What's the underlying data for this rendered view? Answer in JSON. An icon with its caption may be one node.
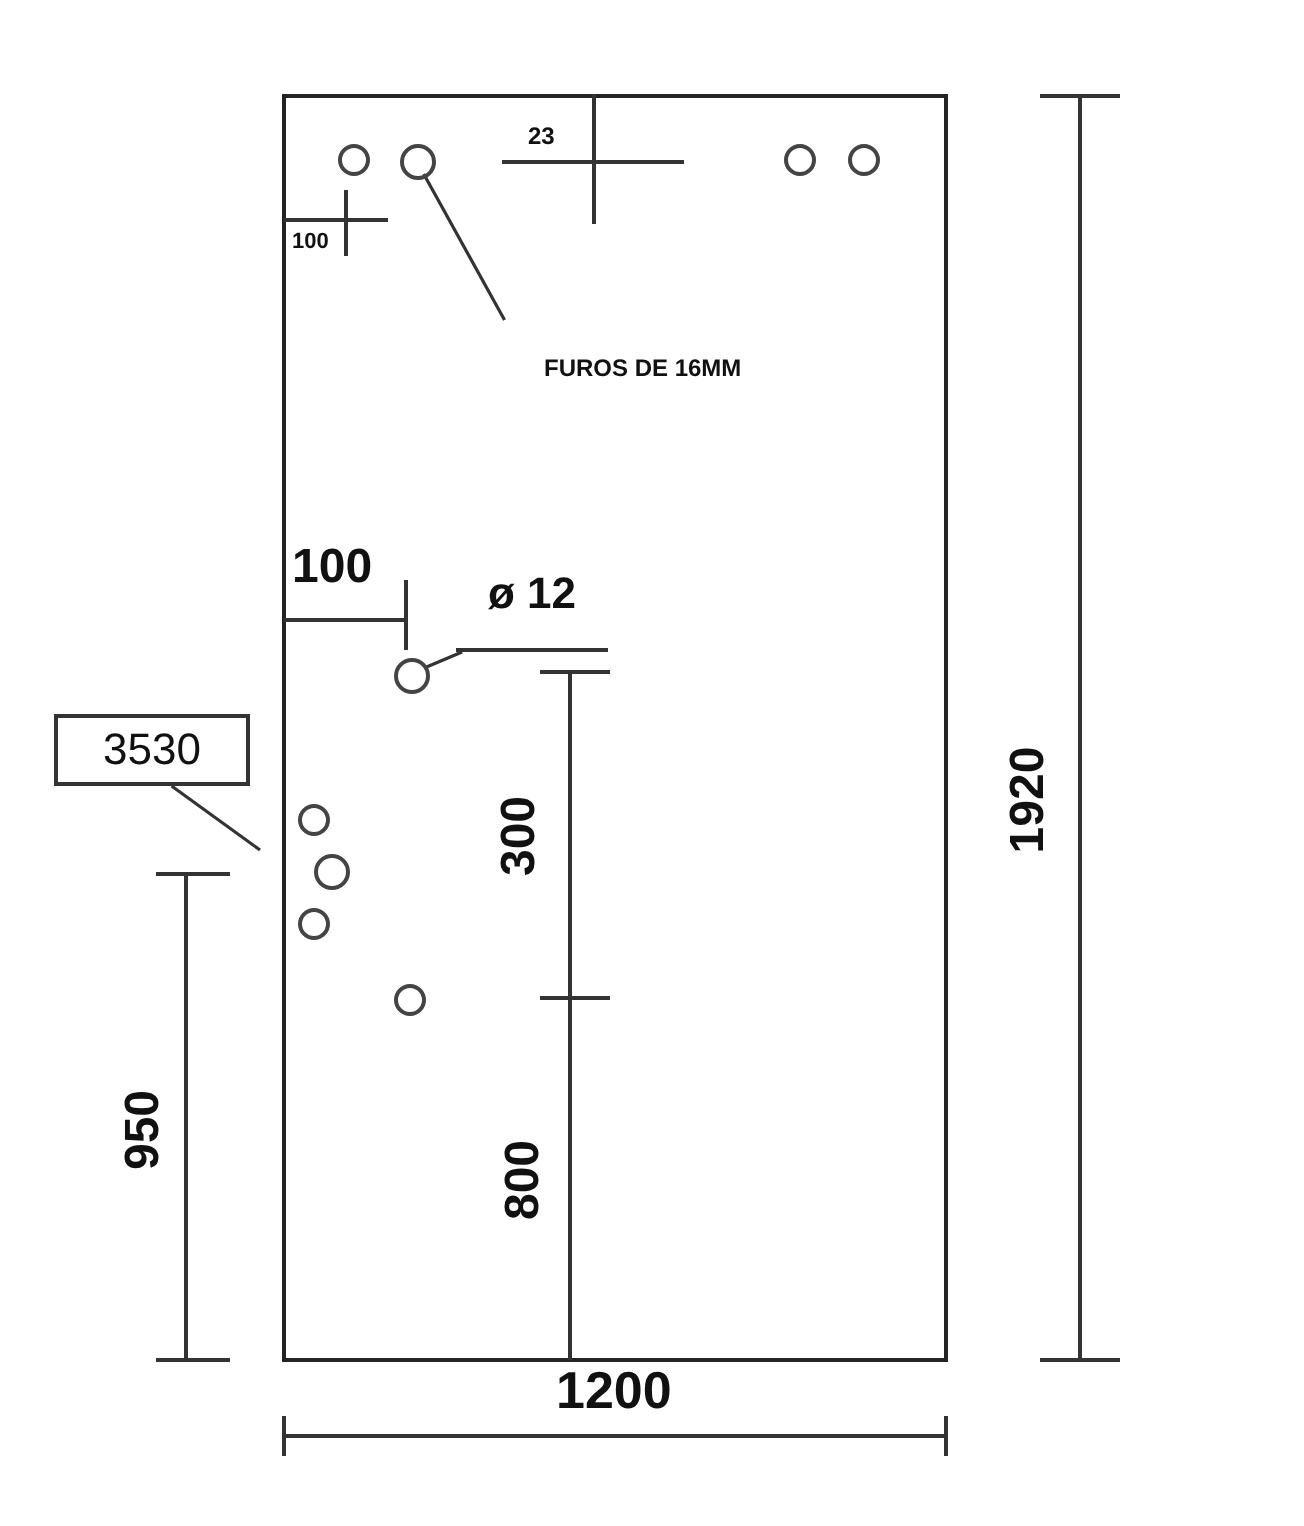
{
  "diagram": {
    "nodes": [
      {
        "text": [
          "FUROS DE 16MM"
        ]
      },
      {
        "text": [],
        "shape": "circle"
      },
      {
        "text": [
          "3530"
        ]
      },
      {
        "text": [
          "ø 12"
        ]
      },
      {
        "text": [],
        "shape": "circle"
      }
    ],
    "edges": [
      {
        "from": 0,
        "to": 1,
        "arrow": "none"
      },
      {
        "from": 2,
        "to": null,
        "arrow": "none"
      },
      {
        "from": 3,
        "to": 4,
        "arrow": "none"
      }
    ],
    "labels": [
      "23",
      "100",
      "100",
      "300",
      "950",
      "800",
      "1920",
      "1200"
    ]
  }
}
